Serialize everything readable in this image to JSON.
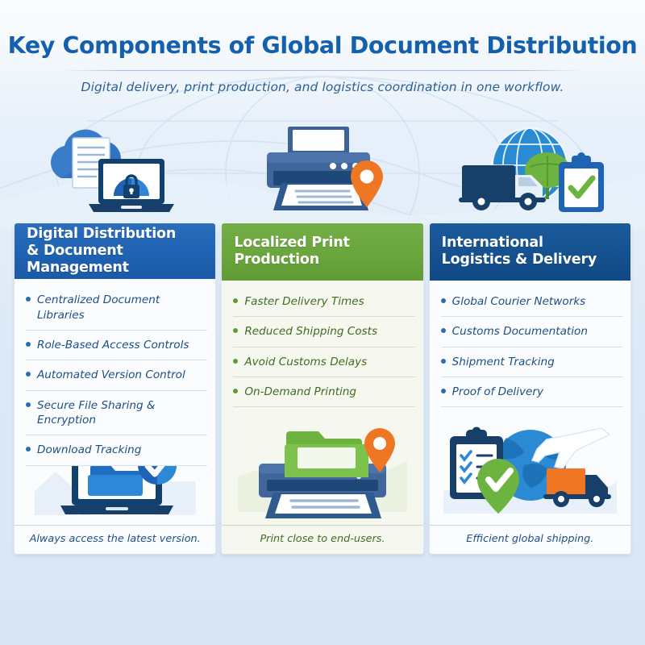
{
  "header": {
    "title": "Key Components of Global Document Distribution",
    "subtitle": "Digital delivery, print production, and logistics coordination in one workflow."
  },
  "hero_icons": [
    {
      "name": "cloud-document-laptop-lock-icon",
      "label": "Secure cloud document access"
    },
    {
      "name": "printer-location-pin-icon",
      "label": "Localized printing"
    },
    {
      "name": "globe-truck-clipboard-check-icon",
      "label": "Global logistics verified"
    }
  ],
  "colors": {
    "column1_header": "#1f62b2",
    "column2_header": "#69a63c",
    "column3_header": "#15518f",
    "title": "#1560ad",
    "accent_orange": "#ef7622",
    "accent_green": "#6cb33f",
    "page_background": "#dce8f7"
  },
  "columns": [
    {
      "id": "digital-distribution",
      "title": "Digital Distribution\n& Document Management",
      "title_line1": "Digital Distribution",
      "title_line2": "& Document Management",
      "bullets": [
        "Centralized Document Libraries",
        "Role-Based Access Controls",
        "Automated Version Control",
        "Secure File Sharing & Encryption",
        "Download Tracking"
      ],
      "artwork": "laptop-folder-check-icon",
      "footer": "Always access the latest version."
    },
    {
      "id": "localized-print-production",
      "title": "Localized Print\nProduction",
      "title_line1": "Localized Print",
      "title_line2": "Production",
      "bullets": [
        "Faster Delivery Times",
        "Reduced Shipping Costs",
        "Avoid Customs Delays",
        "On-Demand Printing"
      ],
      "artwork": "printer-folder-pin-icon",
      "footer": "Print close to end-users."
    },
    {
      "id": "international-logistics-delivery",
      "title": "International\nLogistics & Delivery",
      "title_line1": "International",
      "title_line2": "Logistics & Delivery",
      "bullets": [
        "Global Courier Networks",
        "Customs Documentation",
        "Shipment Tracking",
        "Proof of Delivery"
      ],
      "artwork": "clipboard-globe-plane-truck-icon",
      "footer": "Efficient global shipping."
    }
  ]
}
